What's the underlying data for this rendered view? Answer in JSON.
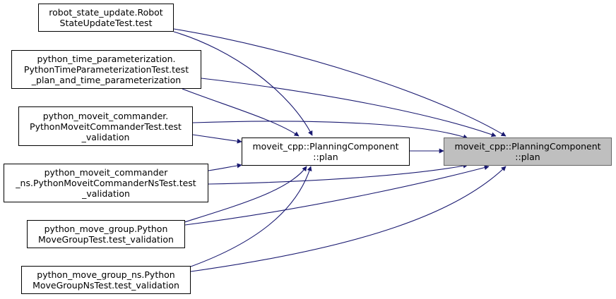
{
  "nodes": {
    "target": {
      "lines": [
        "moveit_cpp::PlanningComponent",
        "::plan"
      ]
    },
    "caller_planning_component": {
      "lines": [
        "moveit_cpp::PlanningComponent",
        "::plan"
      ]
    },
    "robot_state_update": {
      "lines": [
        "robot_state_update.Robot",
        "StateUpdateTest.test"
      ]
    },
    "python_time_parameterization": {
      "lines": [
        "python_time_parameterization.",
        "PythonTimeParameterizationTest.test",
        "_plan_and_time_parameterization"
      ]
    },
    "python_moveit_commander": {
      "lines": [
        "python_moveit_commander.",
        "PythonMoveitCommanderTest.test",
        "_validation"
      ]
    },
    "python_moveit_commander_ns": {
      "lines": [
        "python_moveit_commander",
        "_ns.PythonMoveitCommanderNsTest.test",
        "_validation"
      ]
    },
    "python_move_group": {
      "lines": [
        "python_move_group.Python",
        "MoveGroupTest.test_validation"
      ]
    },
    "python_move_group_ns": {
      "lines": [
        "python_move_group_ns.Python",
        "MoveGroupNsTest.test_validation"
      ]
    }
  },
  "colors": {
    "edge": "#191970",
    "target_fill": "#bfbfbf",
    "target_border": "#666666",
    "node_border": "#000000"
  }
}
